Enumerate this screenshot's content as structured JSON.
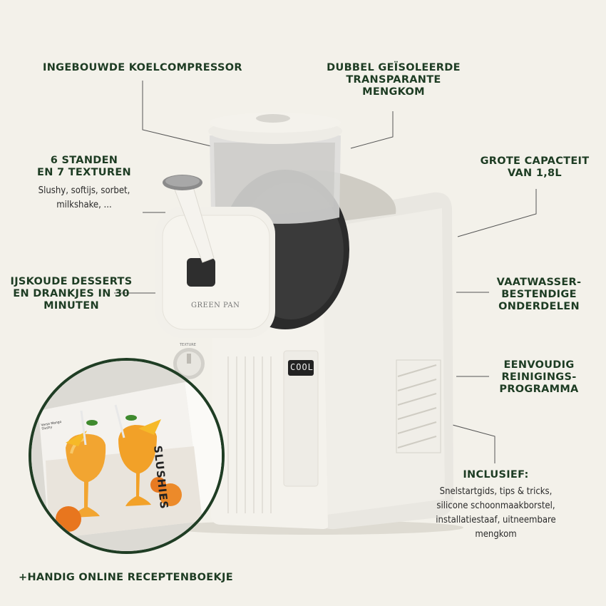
{
  "features": {
    "compressor": [
      "INGEBOUWDE KOELCOMPRESSOR"
    ],
    "bowl": [
      "DUBBEL GEÏSOLEERDE",
      "TRANSPARANTE",
      "MENGKOM"
    ],
    "settings": [
      "6 STANDEN",
      "EN 7 TEXTUREN"
    ],
    "settings_sub": [
      "Slushy, softijs, sorbet,",
      "milkshake, ..."
    ],
    "capacity": [
      "GROTE CAPACTEIT",
      "VAN 1,8L"
    ],
    "desserts": [
      "IJSKOUDE DESSERTS",
      "EN DRANKJES IN 30",
      "MINUTEN"
    ],
    "dishwasher": [
      "VAATWASSER-",
      "BESTENDIGE",
      "ONDERDELEN"
    ],
    "cleaning": [
      "EENVOUDIG",
      "REINIGINGS-",
      "PROGRAMMA"
    ],
    "included_title": "INCLUSIEF:",
    "included": [
      "Snelstartgids, tips & tricks,",
      "silicone schoonmaakborstel,",
      "installatiestaaf, uitneembare",
      "mengkom"
    ]
  },
  "footer": "+HANDIG ONLINE RECEPTENBOEKJE",
  "machine": {
    "brand": "GREEN PAN",
    "display": "COOL",
    "knob_label": "TEXTURE"
  },
  "booklet": {
    "section_title": "SLUSHIES",
    "recipe_title": "Verse Mango Slushy"
  },
  "colors": {
    "accent_green": "#1d3c23",
    "background": "#f3f1ea",
    "machine_white": "#eeece6"
  }
}
